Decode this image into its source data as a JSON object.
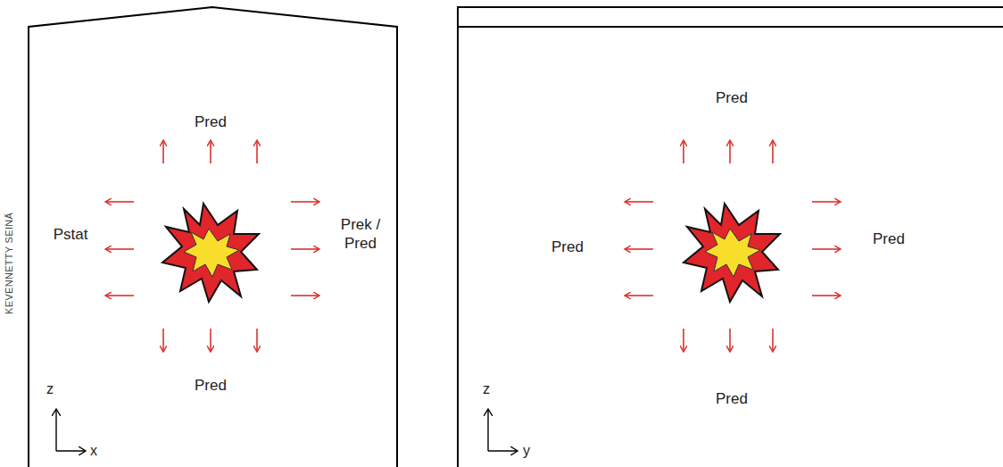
{
  "diagram": {
    "labels": [
      "Pred",
      "Pstat",
      "Prek / Pred",
      "Pred",
      "KEVENNETTY SEINÄ",
      "z",
      "x",
      "Pred",
      "Pred",
      "Pred",
      "Pred",
      "z",
      "y"
    ]
  }
}
